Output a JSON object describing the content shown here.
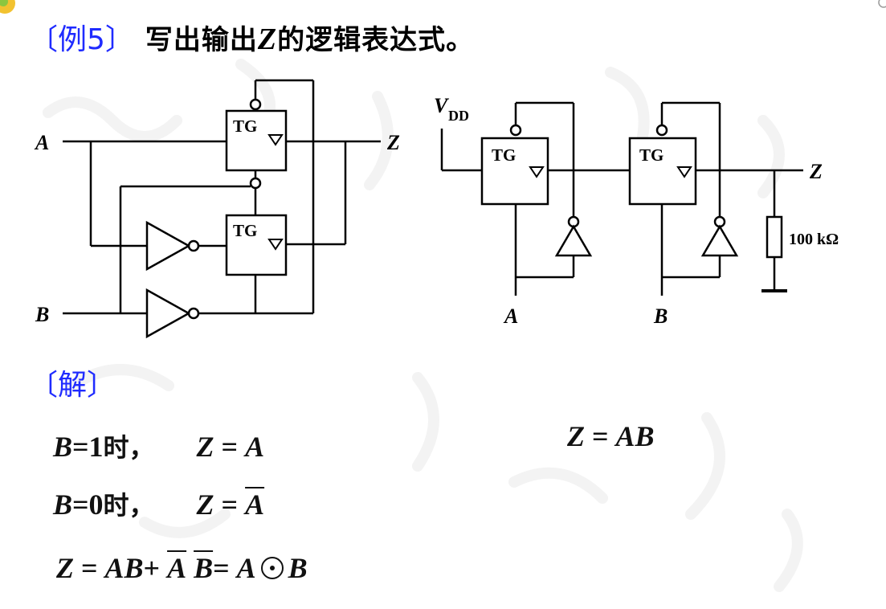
{
  "title": {
    "tag": "〔例5〕",
    "text_before": "写出输出",
    "variable": "Z",
    "text_after": "的逻辑表达式。"
  },
  "circuit1": {
    "input_a": "A",
    "input_b": "B",
    "output": "Z",
    "gate_top": "TG",
    "gate_bottom": "TG"
  },
  "circuit2": {
    "supply": "V",
    "supply_sub": "DD",
    "gate_left": "TG",
    "gate_right": "TG",
    "output": "Z",
    "resistor": "100 kΩ",
    "input_a": "A",
    "input_b": "B"
  },
  "solution": {
    "label": "〔解〕",
    "eq1": {
      "cond_var": "B",
      "cond_val": "=1",
      "cond_suffix": "时，",
      "lhs": "Z",
      "op": "=",
      "rhs": "A"
    },
    "eq2": {
      "cond_var": "B",
      "cond_val": "=0",
      "cond_suffix": "时，",
      "lhs": "Z",
      "op": "=",
      "rhs": "A"
    },
    "eq3": {
      "lhs": "Z",
      "op": "=",
      "t1": "AB",
      "plus": "+",
      "t2a": "A",
      "t2b": "B",
      "op2": "=",
      "x1": "A",
      "x2": "B"
    },
    "eq4": {
      "lhs": "Z",
      "op": "=",
      "rhs": "AB"
    }
  },
  "colors": {
    "accent_blue": "#1f2bff",
    "line": "#000000"
  }
}
